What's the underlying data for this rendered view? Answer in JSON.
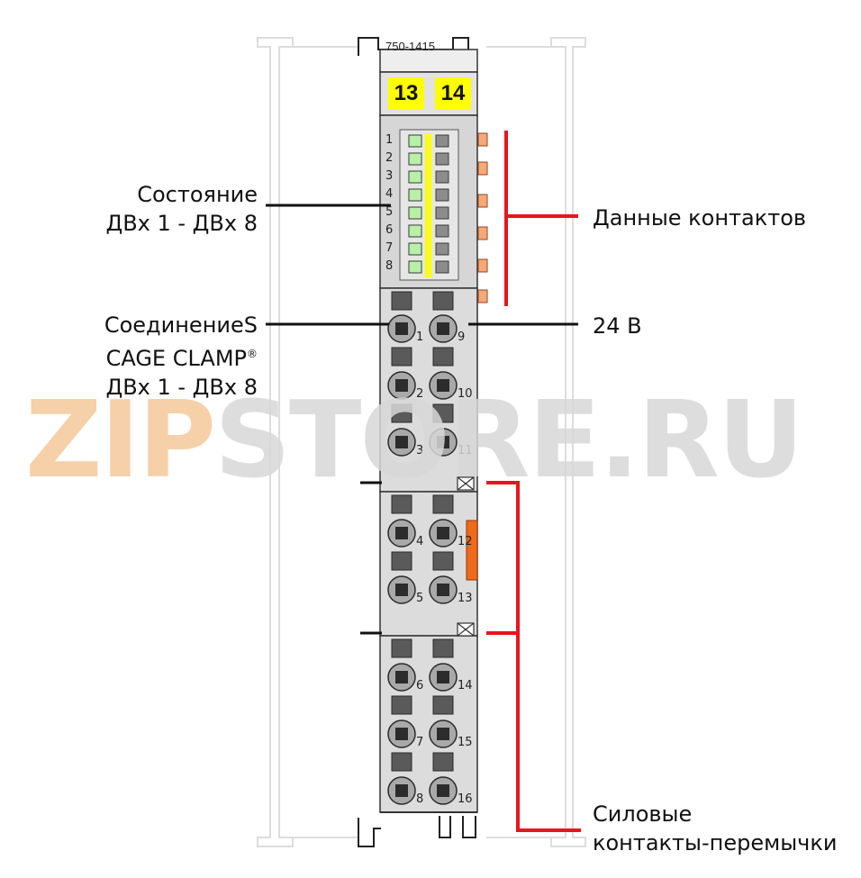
{
  "module": {
    "part_number": "750-1415",
    "tag_left": "13",
    "tag_right": "14",
    "led_numbers": [
      "1",
      "2",
      "3",
      "4",
      "5",
      "6",
      "7",
      "8"
    ],
    "terminal_numbers_left": [
      "1",
      "2",
      "3",
      "4",
      "5",
      "6",
      "7",
      "8"
    ],
    "terminal_numbers_right": [
      "9",
      "10",
      "11",
      "12",
      "13",
      "14",
      "15",
      "16"
    ]
  },
  "labels": {
    "status_line1": "Состояние",
    "status_line2": "ДВх 1 - ДВх 8",
    "connection_line1": "СоединениеS",
    "connection_line2": "CAGE CLAMP",
    "connection_reg": "®",
    "connection_line3": "ДВх 1 - ДВх 8",
    "data_contacts": "Данные контактов",
    "voltage": "24 В",
    "power_line1": "Силовые",
    "power_line2": "контакты-перемычки"
  },
  "watermark": {
    "part1": "ZIP",
    "part2": "STORE.RU"
  },
  "colors": {
    "led_green": "#b8f0a8",
    "tag_yellow": "#ffff00",
    "jumper_red": "#e8141e",
    "contact_orange": "#f7a877",
    "jumper_orange": "#ef6a1a",
    "body_grey": "#dddddd"
  }
}
